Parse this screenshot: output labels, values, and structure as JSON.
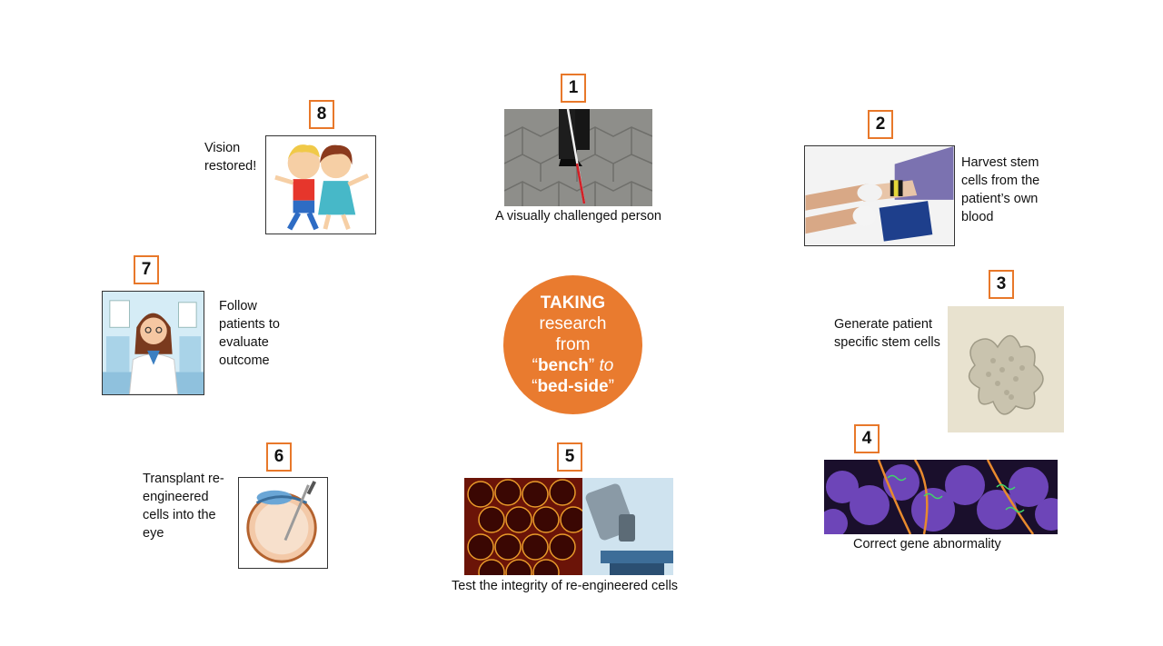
{
  "center": {
    "line1": "TAKING",
    "line2": "research",
    "line3": "from",
    "line4_bold": "bench",
    "line4_italic": "to",
    "line5_bold": "bed-side"
  },
  "steps": [
    {
      "num": "1",
      "caption": "A visually challenged person"
    },
    {
      "num": "2",
      "caption_lines": [
        "Harvest stem",
        "cells from the",
        "patient’s own",
        "blood"
      ]
    },
    {
      "num": "3",
      "caption_lines": [
        "Generate patient",
        "specific stem cells"
      ]
    },
    {
      "num": "4",
      "caption": "Correct gene abnormality"
    },
    {
      "num": "5",
      "caption": "Test the integrity of re-engineered cells"
    },
    {
      "num": "6",
      "caption_lines": [
        "Transplant re-",
        "engineered",
        "cells into the",
        "eye"
      ]
    },
    {
      "num": "7",
      "caption_lines": [
        "Follow",
        "patients to",
        "evaluate",
        "outcome"
      ]
    },
    {
      "num": "8",
      "caption_lines": [
        "Vision",
        "restored!"
      ]
    }
  ],
  "colors": {
    "accent": "#e97b2f",
    "number_border": "#e8782a"
  }
}
